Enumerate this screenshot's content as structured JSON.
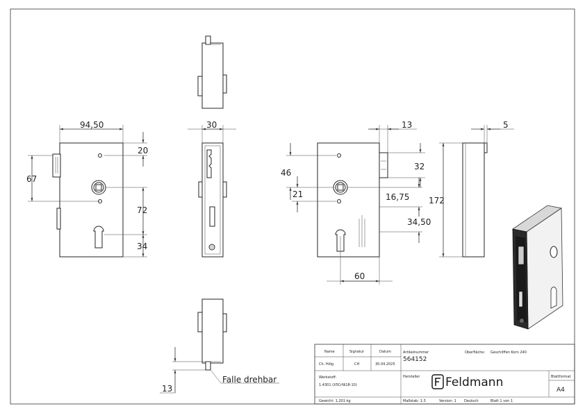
{
  "drawing": {
    "front_view": {
      "width_dim": "94,50",
      "dim_top": "20",
      "dim_left": "67",
      "dim_mid": "72",
      "dim_bottom": "34"
    },
    "side_view": {
      "width_dim": "30"
    },
    "rear_view": {
      "dim_top": "13",
      "dim_pins": "32",
      "dim_left_46": "46",
      "dim_left_21": "21",
      "dim_1675": "16,75",
      "dim_3450": "34,50",
      "dim_bottom": "60"
    },
    "end_view": {
      "dim_top": "5",
      "dim_height": "172"
    },
    "bottom_view": {
      "dim": "13",
      "label": "Falle drehbar"
    }
  },
  "title_block": {
    "col_name": "Name",
    "col_signature": "Signatur",
    "col_date": "Datum",
    "name": "Ch. Hölg",
    "signature": "CH",
    "date": "30.04.2025",
    "article_label": "Artikelnummer",
    "article": "564152",
    "surface_label": "Oberfläche:",
    "surface": "Geschliffen Korn 240",
    "material_label": "Werkstoff:",
    "material": "1.4301 (X5CrNi18-10)",
    "manufacturer_label": "Hersteller",
    "brand": "Feldmann",
    "format_label": "Blattformat",
    "format": "A4",
    "weight": "Gewicht: 1,201 kg",
    "scale": "Maßstab: 1:3",
    "version": "Version: 1",
    "language": "Deutsch",
    "sheet": "Blatt 1 von 1"
  }
}
